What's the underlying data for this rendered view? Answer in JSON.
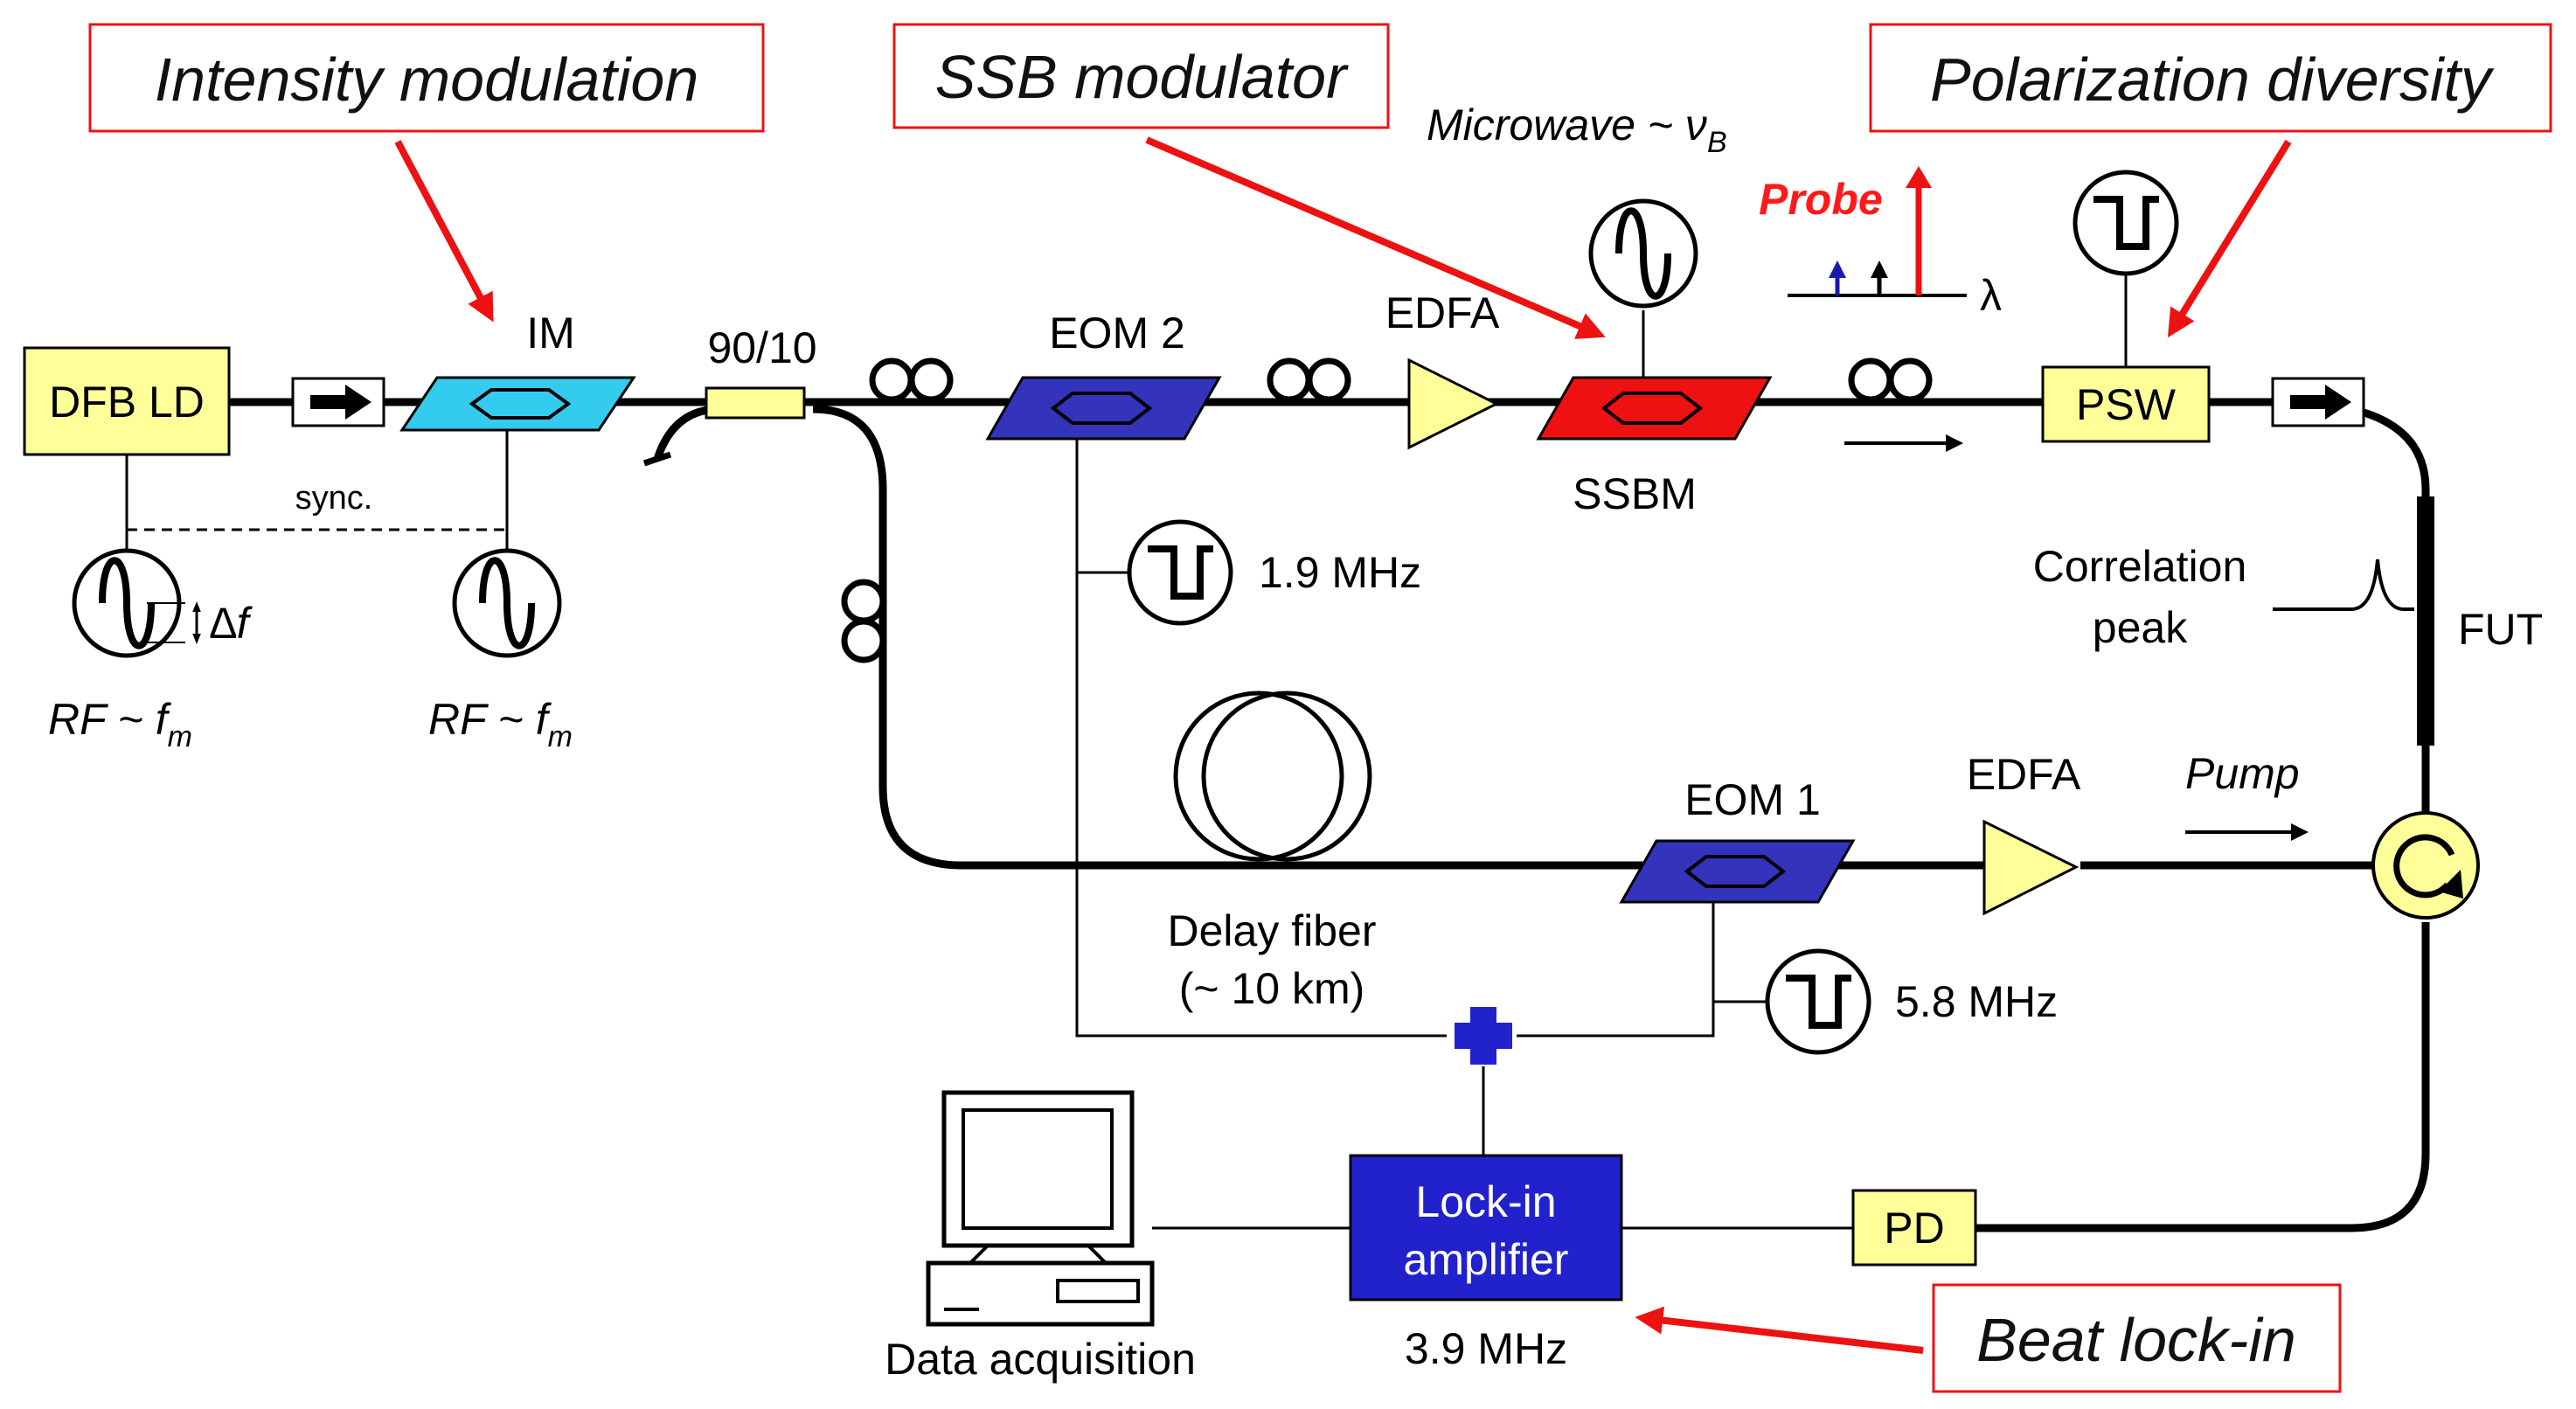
{
  "callouts": {
    "intensity_modulation": "Intensity modulation",
    "ssb_modulator": "SSB modulator",
    "polarization_diversity": "Polarization diversity",
    "beat_lock_in": "Beat lock-in"
  },
  "components": {
    "dfb_ld": "DFB LD",
    "im": "IM",
    "coupler": "90/10",
    "eom2": "EOM 2",
    "edfa_top": "EDFA",
    "ssbm": "SSBM",
    "psw": "PSW",
    "fut": "FUT",
    "eom1": "EOM 1",
    "edfa_bottom": "EDFA",
    "pd": "PD",
    "lockin_line1": "Lock-in",
    "lockin_line2": "amplifier",
    "data_acquisition": "Data acquisition",
    "delay_fiber_line1": "Delay fiber",
    "delay_fiber_line2": "(~ 10 km)"
  },
  "labels": {
    "sync": "sync.",
    "delta_f": "∆f",
    "rf1_main": "RF ~ f",
    "rf1_sub": "m",
    "rf2_main": "RF ~ f",
    "rf2_sub": "m",
    "microwave_main": "Microwave ~ ν",
    "microwave_sub": "B",
    "probe": "Probe",
    "lambda": "λ",
    "freq_eom2": "1.9 MHz",
    "freq_eom1": "5.8 MHz",
    "freq_lockin": "3.9 MHz",
    "correlation_line1": "Correlation",
    "correlation_line2": "peak",
    "pump": "Pump"
  },
  "colors": {
    "callout_border": "#ee1111",
    "callout_arrow": "#ee1111",
    "yellow_box": "#ffff99",
    "im_modulator": "#33ccee",
    "eom_modulator": "#3333bb",
    "ssbm_modulator": "#ee1111",
    "lockin_box": "#2222cc",
    "edfa": "#ffff99",
    "probe_arrow": "#ee1111",
    "spectrum_blue": "#1a1aaa"
  },
  "icons": {
    "isolator": "isolator-arrow-icon",
    "sine_source": "sine-wave-icon",
    "square_source": "square-wave-icon",
    "fiber_coil": "fiber-coil-icon",
    "circulator": "circulator-icon",
    "adder": "adder-cross-icon",
    "computer": "computer-icon"
  }
}
